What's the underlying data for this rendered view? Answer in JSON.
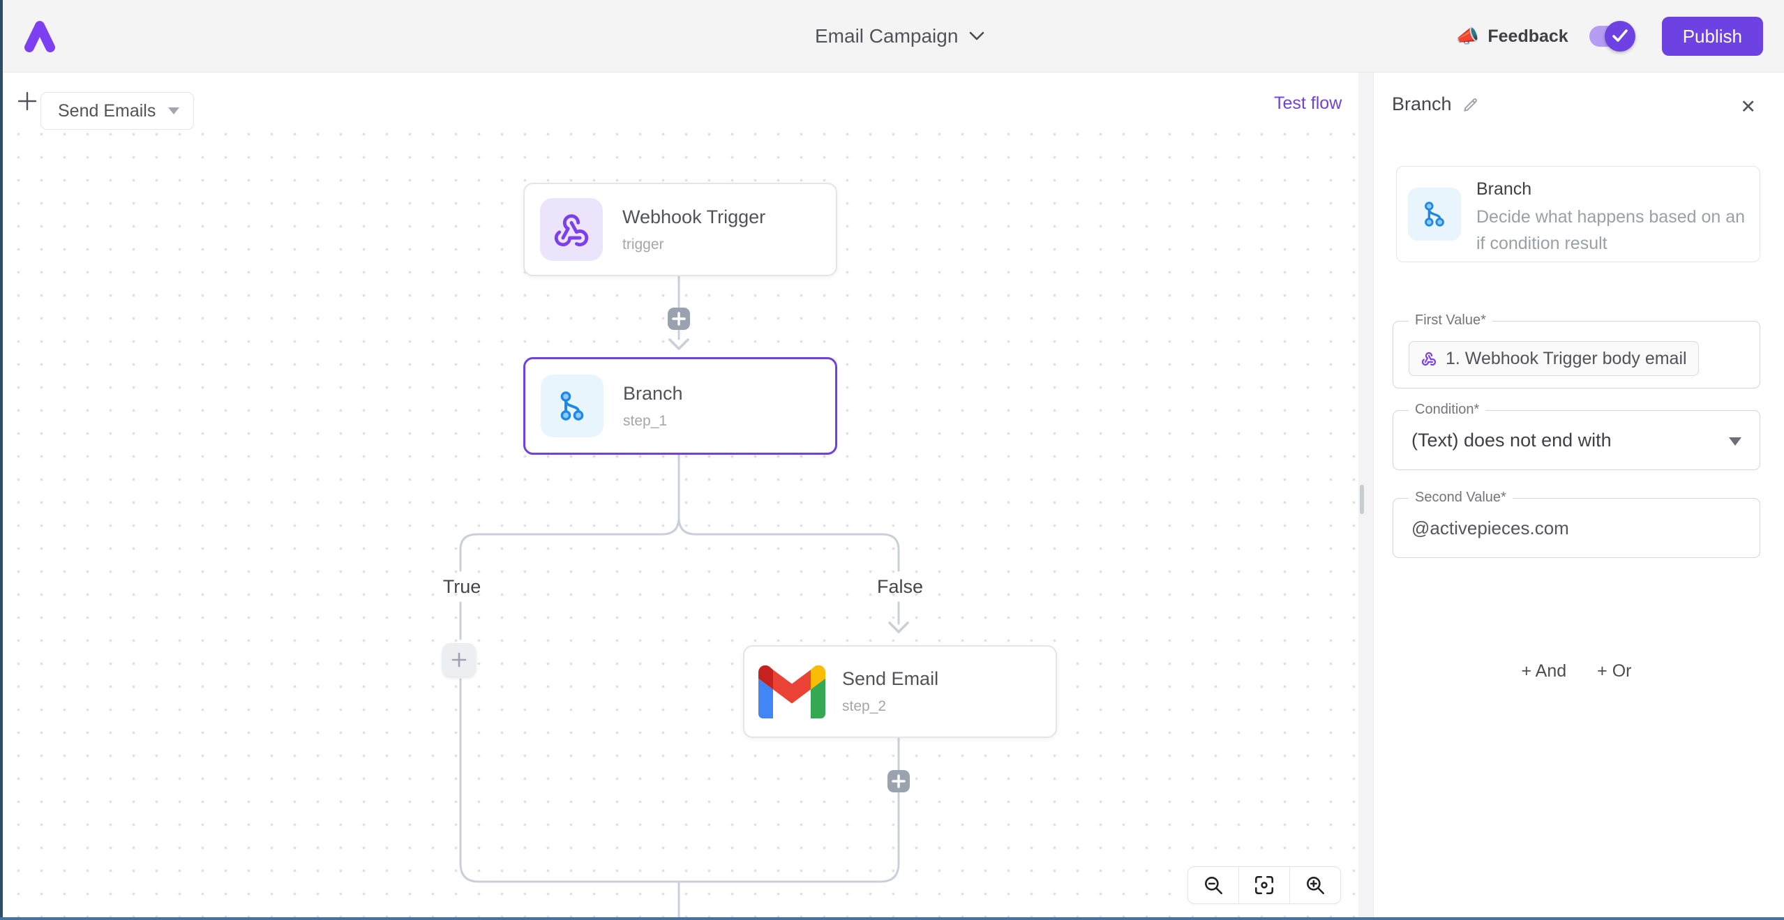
{
  "topbar": {
    "title": "Email Campaign",
    "feedback_emoji": "📣",
    "feedback_label": "Feedback",
    "publish_label": "Publish"
  },
  "canvas": {
    "flow_tab_label": "Send Emails",
    "test_flow_label": "Test flow",
    "true_label": "True",
    "false_label": "False",
    "nodes": {
      "webhook": {
        "title": "Webhook Trigger",
        "subtitle": "trigger"
      },
      "branch": {
        "title": "Branch",
        "subtitle": "step_1"
      },
      "email": {
        "title": "Send Email",
        "subtitle": "step_2"
      }
    }
  },
  "panel": {
    "title": "Branch",
    "close_glyph": "✕",
    "info_title": "Branch",
    "info_description": "Decide what happens based on an if condition result",
    "first_value_label": "First Value*",
    "first_value_token": "1. Webhook Trigger body email",
    "condition_label": "Condition*",
    "condition_value": "(Text) does not end with",
    "second_value_label": "Second Value*",
    "second_value_value": "@activepieces.com",
    "and_label": "+ And",
    "or_label": "+ Or"
  },
  "colors": {
    "accent": "#6e41e2",
    "selected_node_border": "#6e41e2",
    "test_flow_link": "#6e41e2",
    "connector_line": "#c9d0d9",
    "webhook_icon": "#7c3fec",
    "branch_icon": "#1e88e5"
  }
}
